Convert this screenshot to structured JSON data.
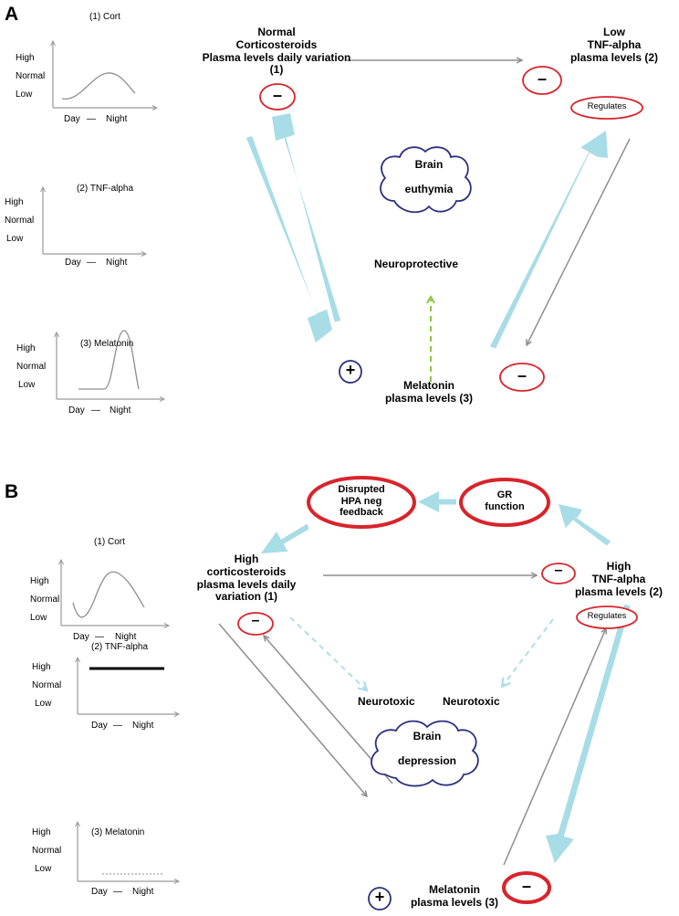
{
  "panel_a": {
    "letter": "A",
    "mini_charts": [
      {
        "title": "(1) Cort",
        "y_levels": [
          "High",
          "Normal",
          "Low"
        ],
        "x_label_day": "Day",
        "x_label_night": "Night"
      },
      {
        "title": "(2) TNF-alpha",
        "y_levels": [
          "High",
          "Normal",
          "Low"
        ],
        "x_label_day": "Day",
        "x_label_night": "Night"
      },
      {
        "title": "(3) Melatonin",
        "y_levels": [
          "High",
          "Normal",
          "Low"
        ],
        "x_label_day": "Day",
        "x_label_night": "Night"
      }
    ],
    "node_cort": "Normal\nCorticosteroids\nPlasma levels daily variation\n(1)",
    "node_tnf": "Low\nTNF-alpha\nplasma levels (2)",
    "node_melatonin": "Melatonin\nplasma levels (3)",
    "regulates": "Regulates",
    "cloud_line1": "Brain",
    "cloud_line2": "euthymia",
    "neuroprotective": "Neuroprotective",
    "minus_sign": "–",
    "plus_sign": "+"
  },
  "panel_b": {
    "letter": "B",
    "mini_charts": [
      {
        "title": "(1) Cort",
        "y_levels": [
          "High",
          "Normal",
          "Low"
        ],
        "x_label_day": "Day",
        "x_label_night": "Night"
      },
      {
        "title": "(2) TNF-alpha",
        "y_levels": [
          "High",
          "Normal",
          "Low"
        ],
        "x_label_day": "Day",
        "x_label_night": "Night"
      },
      {
        "title": "(3) Melatonin",
        "y_levels": [
          "High",
          "Normal",
          "Low"
        ],
        "x_label_day": "Day",
        "x_label_night": "Night"
      }
    ],
    "disrupted": "Disrupted\nHPA neg\nfeedback",
    "gr_function": "GR\nfunction",
    "node_cort": "High\ncorticosteroids\nplasma levels daily\nvariation (1)",
    "node_tnf": "High\nTNF-alpha\nplasma levels (2)",
    "node_melatonin": "Melatonin\nplasma levels (3)",
    "regulates": "Regulates",
    "neurotoxic_left": "Neurotoxic",
    "neurotoxic_right": "Neurotoxic",
    "cloud_line1": "Brain",
    "cloud_line2": "depression",
    "minus_sign": "–",
    "plus_sign": "+"
  },
  "colors": {
    "cyan_arrow": "#a8dce6",
    "gray_arrow": "#8e8e8e",
    "red_outline": "#d8242b",
    "navy": "#2c2f7e",
    "green_dash": "#8cc63f",
    "axis_gray": "#9a9a9a"
  }
}
